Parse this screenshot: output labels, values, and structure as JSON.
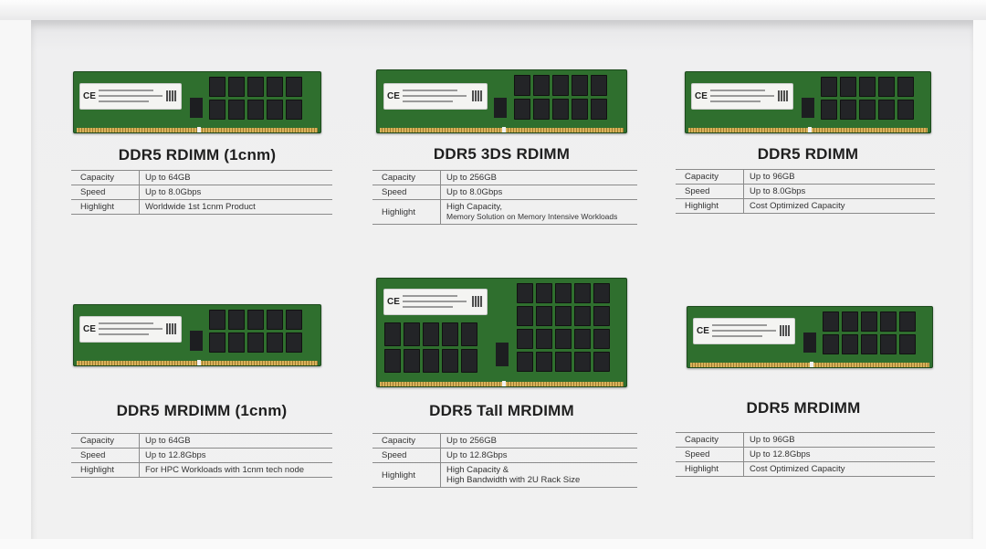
{
  "products": [
    {
      "name": "DDR5 RDIMM (1cnm)",
      "specs": [
        {
          "key": "Capacity",
          "value": "Up to 64GB"
        },
        {
          "key": "Speed",
          "value": "Up to 8.0Gbps"
        },
        {
          "key": "Highlight",
          "value": "Worldwide 1st 1cnm Product"
        }
      ]
    },
    {
      "name": "DDR5 3DS RDIMM",
      "specs": [
        {
          "key": "Capacity",
          "value": "Up to 256GB"
        },
        {
          "key": "Speed",
          "value": "Up to 8.0Gbps"
        },
        {
          "key": "Highlight",
          "value": "High Capacity,",
          "value2": "Memory Solution on Memory Intensive Workloads"
        }
      ]
    },
    {
      "name": "DDR5 RDIMM",
      "specs": [
        {
          "key": "Capacity",
          "value": "Up to 96GB"
        },
        {
          "key": "Speed",
          "value": "Up to 8.0Gbps"
        },
        {
          "key": "Highlight",
          "value": "Cost Optimized Capacity"
        }
      ]
    },
    {
      "name": "DDR5 MRDIMM (1cnm)",
      "specs": [
        {
          "key": "Capacity",
          "value": "Up to 64GB"
        },
        {
          "key": "Speed",
          "value": "Up to 12.8Gbps"
        },
        {
          "key": "Highlight",
          "value": "For HPC Workloads with 1cnm tech node"
        }
      ]
    },
    {
      "name": "DDR5 Tall MRDIMM",
      "specs": [
        {
          "key": "Capacity",
          "value": "Up to 256GB"
        },
        {
          "key": "Speed",
          "value": "Up to 12.8Gbps"
        },
        {
          "key": "Highlight",
          "value": "High Capacity &",
          "value2": "High Bandwidth with 2U Rack Size"
        }
      ]
    },
    {
      "name": "DDR5 MRDIMM",
      "specs": [
        {
          "key": "Capacity",
          "value": "Up to 96GB"
        },
        {
          "key": "Speed",
          "value": "Up to 12.8Gbps"
        },
        {
          "key": "Highlight",
          "value": "Cost Optimized Capacity"
        }
      ]
    }
  ],
  "module_label_mark": "CE",
  "colors": {
    "pcb": "#2f6f2e",
    "chip": "#232427",
    "pins": "#d8b25a"
  }
}
